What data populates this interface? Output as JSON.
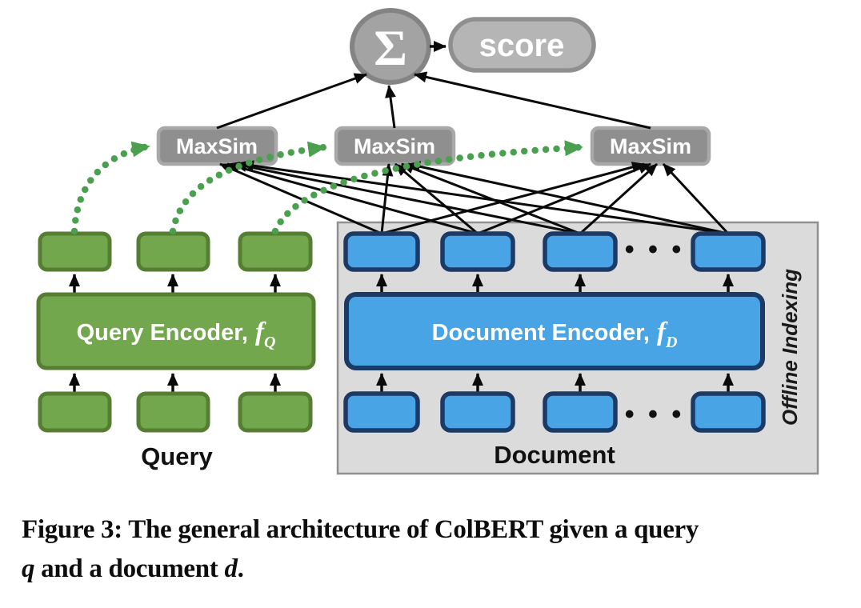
{
  "figure": {
    "aggregator_symbol": "Σ",
    "score_label": "score",
    "maxsim_labels": [
      "MaxSim",
      "MaxSim",
      "MaxSim"
    ],
    "query": {
      "encoder_prefix": "Query Encoder,",
      "encoder_f": "f",
      "encoder_sub": "Q",
      "label": "Query"
    },
    "document": {
      "encoder_prefix": "Document Encoder,",
      "encoder_f": "f",
      "encoder_sub": "D",
      "label": "Document",
      "panel_label": "Offline Indexing",
      "ellipsis": "• • •"
    },
    "caption": {
      "line1": "Figure 3: The general architecture of ColBERT given a query",
      "q": "q",
      "mid": " and a document ",
      "d": "d",
      "end": "."
    },
    "colors": {
      "green-fill": "#73a74e",
      "green-stroke": "#567e33",
      "blue-fill": "#49a4e6",
      "blue-stroke": "#1b3a66",
      "maxsim-fill": "#8f8f8f",
      "maxsim-stroke": "#a8a8a8",
      "sigma-fill": "#a3a3a3",
      "sigma-stroke": "#848484",
      "score-fill": "#b5b5b5",
      "score-stroke": "#8f8f8f",
      "panel-fill": "#dbdbdb",
      "panel-stroke": "#909090",
      "arrow-black": "#0a0a0a",
      "dotted-green": "#4ba04f"
    }
  }
}
